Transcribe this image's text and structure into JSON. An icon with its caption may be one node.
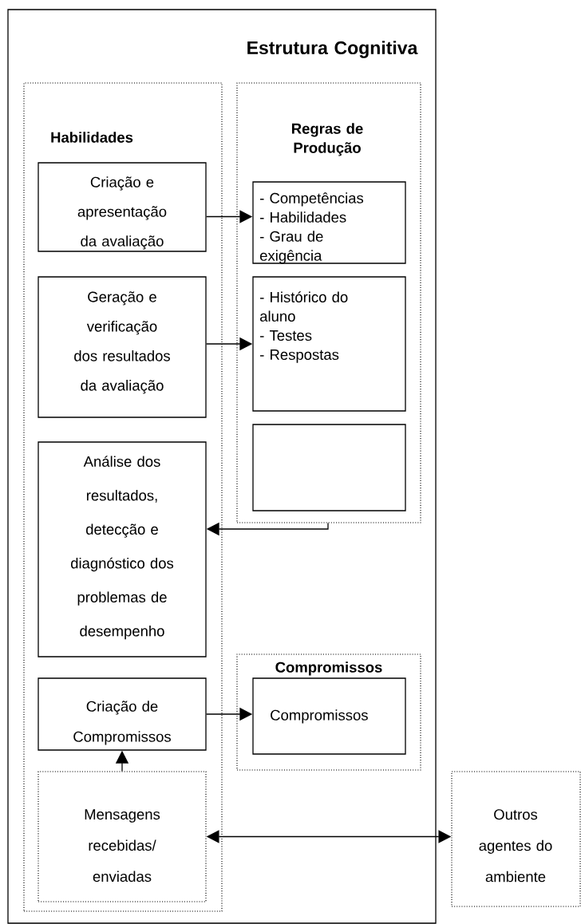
{
  "diagram": {
    "nodes": [
      {
        "text": [
          "Estrutura Cognitiva"
        ]
      },
      {
        "text": [
          "Habilidades"
        ],
        "in": 0
      },
      {
        "text": [
          "Criação e apresentação da avaliação"
        ],
        "in": 1
      },
      {
        "text": [
          "Geração e verificação dos resultados da avaliação"
        ],
        "in": 1
      },
      {
        "text": [
          "Análise dos resultados, detecção e diagnóstico dos problemas de desempenho"
        ],
        "in": 1
      },
      {
        "text": [
          "Criação de Compromissos"
        ],
        "in": 1
      },
      {
        "text": [
          "Mensagens recebidas/ enviadas"
        ],
        "in": 1
      },
      {
        "text": [
          "Regras de Produção"
        ],
        "in": 0
      },
      {
        "text": [
          "- Competências",
          "- Habilidades",
          "- Grau de exigência"
        ],
        "in": 7
      },
      {
        "text": [
          "- Histórico do aluno",
          "- Testes",
          "- Respostas"
        ],
        "in": 7
      },
      {
        "text": [],
        "shape": "box",
        "in": 7
      },
      {
        "text": [
          "Compromissos"
        ],
        "in": 0
      },
      {
        "text": [
          "Compromissos"
        ],
        "in": 11
      },
      {
        "text": [
          "Outros agentes do ambiente"
        ]
      }
    ],
    "edges": [
      {
        "from": 2,
        "to": 8,
        "arrow": "to"
      },
      {
        "from": 3,
        "to": 9,
        "arrow": "to"
      },
      {
        "from": 7,
        "to": 4,
        "arrow": "to"
      },
      {
        "from": 5,
        "to": 12,
        "arrow": "to"
      },
      {
        "from": 6,
        "to": 5,
        "arrow": "to"
      },
      {
        "from": 6,
        "to": 13,
        "arrow": "both"
      }
    ]
  }
}
